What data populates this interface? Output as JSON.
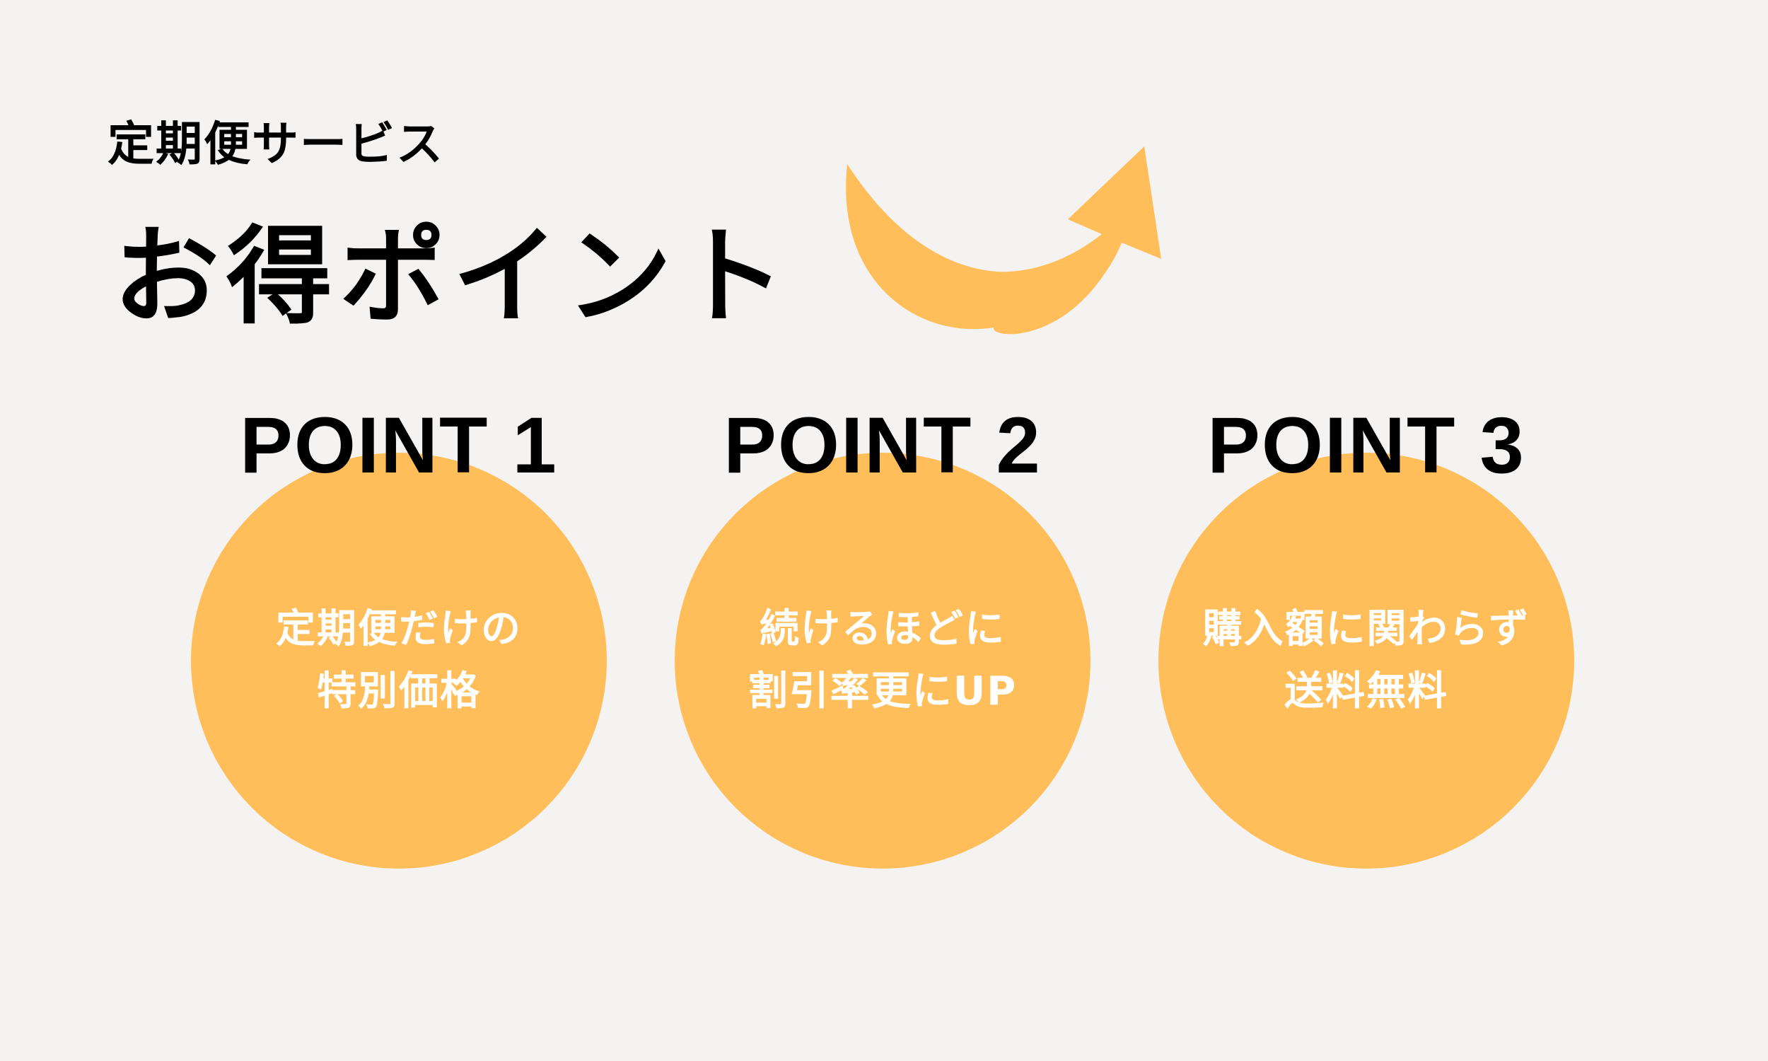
{
  "header": {
    "subtitle": "定期便サービス",
    "title": "お得ポイント"
  },
  "colors": {
    "background": "#f4f3f1",
    "accent": "#ffbe5a",
    "text": "#000000",
    "circle_text": "#ffffff"
  },
  "points": [
    {
      "label": "POINT 1",
      "line1": "定期便だけの",
      "line2": "特別価格"
    },
    {
      "label": "POINT 2",
      "line1": "続けるほどに",
      "line2": "割引率更にUP"
    },
    {
      "label": "POINT 3",
      "line1": "購入額に関わらず",
      "line2": "送料無料"
    }
  ]
}
